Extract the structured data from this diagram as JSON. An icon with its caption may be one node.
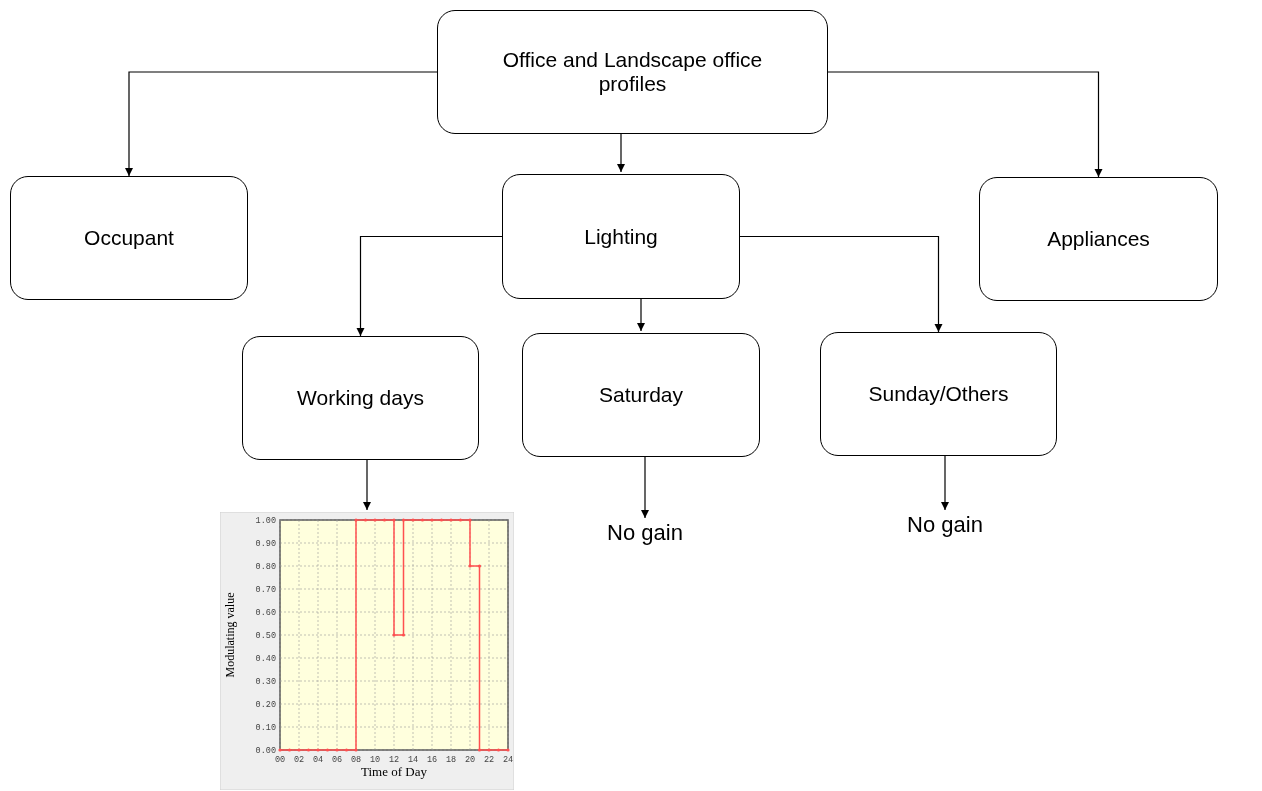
{
  "diagram": {
    "nodes": [
      {
        "text": [
          "Office and Landscape office profiles"
        ]
      },
      {
        "text": [
          "Occupant"
        ]
      },
      {
        "text": [
          "Lighting"
        ]
      },
      {
        "text": [
          "Appliances"
        ]
      },
      {
        "text": [
          "Working days"
        ]
      },
      {
        "text": [
          "Saturday"
        ]
      },
      {
        "text": [
          "Sunday/Others"
        ]
      },
      {
        "text": [],
        "shape": "chart"
      },
      {
        "text": [
          "No gain"
        ]
      },
      {
        "text": [
          "No gain"
        ]
      }
    ],
    "edges": [
      {
        "from": 0,
        "to": 1,
        "arrow": "to"
      },
      {
        "from": 0,
        "to": 2,
        "arrow": "to"
      },
      {
        "from": 0,
        "to": 3,
        "arrow": "to"
      },
      {
        "from": 2,
        "to": 4,
        "arrow": "to"
      },
      {
        "from": 2,
        "to": 5,
        "arrow": "to"
      },
      {
        "from": 2,
        "to": 6,
        "arrow": "to"
      },
      {
        "from": 4,
        "to": 7,
        "arrow": "to"
      },
      {
        "from": 5,
        "to": 8,
        "arrow": "to"
      },
      {
        "from": 6,
        "to": 9,
        "arrow": "to"
      }
    ],
    "chart_data": {
      "type": "line",
      "xlabel": "Time of Day",
      "ylabel": "Modulating value",
      "x": [
        0,
        1,
        2,
        3,
        4,
        5,
        6,
        7,
        8,
        8,
        9,
        10,
        11,
        12,
        12,
        13,
        13,
        14,
        15,
        16,
        17,
        18,
        19,
        20,
        20,
        21,
        21,
        22,
        23,
        24
      ],
      "series": [
        {
          "color": "#ff5050",
          "values": [
            0,
            0,
            0,
            0,
            0,
            0,
            0,
            0,
            0,
            1,
            1,
            1,
            1,
            1,
            0.5,
            0.5,
            1,
            1,
            1,
            1,
            1,
            1,
            1,
            1,
            0.8,
            0.8,
            0,
            0,
            0,
            0
          ]
        }
      ],
      "grid": true,
      "xlim": [
        0,
        24
      ],
      "ylim": [
        0,
        1
      ],
      "xticks": [
        {
          "value": 0,
          "label": "00"
        },
        {
          "value": 2,
          "label": "02"
        },
        {
          "value": 4,
          "label": "04"
        },
        {
          "value": 6,
          "label": "06"
        },
        {
          "value": 8,
          "label": "08"
        },
        {
          "value": 10,
          "label": "10"
        },
        {
          "value": 12,
          "label": "12"
        },
        {
          "value": 14,
          "label": "14"
        },
        {
          "value": 16,
          "label": "16"
        },
        {
          "value": 18,
          "label": "18"
        },
        {
          "value": 20,
          "label": "20"
        },
        {
          "value": 22,
          "label": "22"
        },
        {
          "value": 24,
          "label": "24"
        }
      ],
      "yticks": [
        {
          "value": 0,
          "label": "0.00"
        },
        {
          "value": 0.1,
          "label": "0.10"
        },
        {
          "value": 0.2,
          "label": "0.20"
        },
        {
          "value": 0.3,
          "label": "0.30"
        },
        {
          "value": 0.4,
          "label": "0.40"
        },
        {
          "value": 0.5,
          "label": "0.50"
        },
        {
          "value": 0.6,
          "label": "0.60"
        },
        {
          "value": 0.7,
          "label": "0.70"
        },
        {
          "value": 0.8,
          "label": "0.80"
        },
        {
          "value": 0.9,
          "label": "0.90"
        },
        {
          "value": 1,
          "label": "1.00"
        }
      ]
    }
  }
}
